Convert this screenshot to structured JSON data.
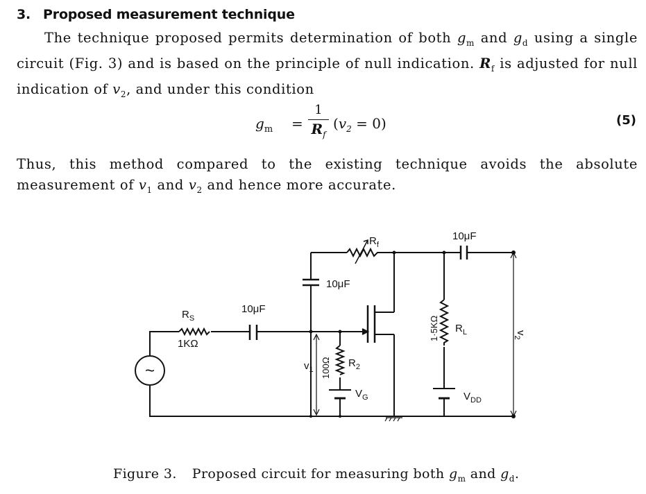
{
  "section": {
    "number": "3.",
    "title": "Proposed measurement technique"
  },
  "para1": {
    "text_a": "The technique proposed permits determination of both ",
    "gm": "g",
    "gm_sub": "m",
    "text_b": " and ",
    "gd": "g",
    "gd_sub": "d",
    "text_c": " using a single circuit (Fig. 3) and is based on the principle of null indication. ",
    "rf": "R",
    "rf_sub": "f",
    "text_d": " is adjusted for null indication of ",
    "v2": "v",
    "v2_sub": "2",
    "text_e": ", and under this condition"
  },
  "equation": {
    "lhs": "g",
    "lhs_sub": "m",
    "equals": "=",
    "numerator": "1",
    "denominator": "R",
    "denominator_sub": "f",
    "cond_open": "(",
    "cond_var": "v",
    "cond_var_sub": "2",
    "cond_rest": " = 0)",
    "number": "(5)"
  },
  "para2": {
    "text_a": "Thus, this method compared to the existing technique avoids the absolute measurement of ",
    "v1": "v",
    "v1_sub": "1",
    "text_b": " and ",
    "v2": "v",
    "v2_sub": "2",
    "text_c": " and hence more accurate."
  },
  "circuit": {
    "rf_label": "R",
    "rf_label_sub": "f",
    "cap_top_label": "10μF",
    "cap_fb_label": "10μF",
    "cap_in_label": "10μF",
    "rs_label": "R",
    "rs_label_sub": "S",
    "rs_value": "1KΩ",
    "r2_value": "100Ω",
    "r2_label": "R",
    "r2_label_sub": "2",
    "vg_label": "V",
    "vg_label_sub": "G",
    "v1_label": "v",
    "v1_label_sub": "1",
    "rl_value": "1·5KΩ",
    "rl_label": "R",
    "rl_label_sub": "L",
    "vdd_label": "V",
    "vdd_label_sub": "DD",
    "v2_label": "v",
    "v2_label_sub": "2",
    "source_symbol": "~"
  },
  "caption": {
    "fig": "Figure 3.",
    "text": "Proposed circuit for measuring both ",
    "gm": "g",
    "gm_sub": "m",
    "and": " and ",
    "gd": "g",
    "gd_sub": "d",
    "end": "."
  }
}
